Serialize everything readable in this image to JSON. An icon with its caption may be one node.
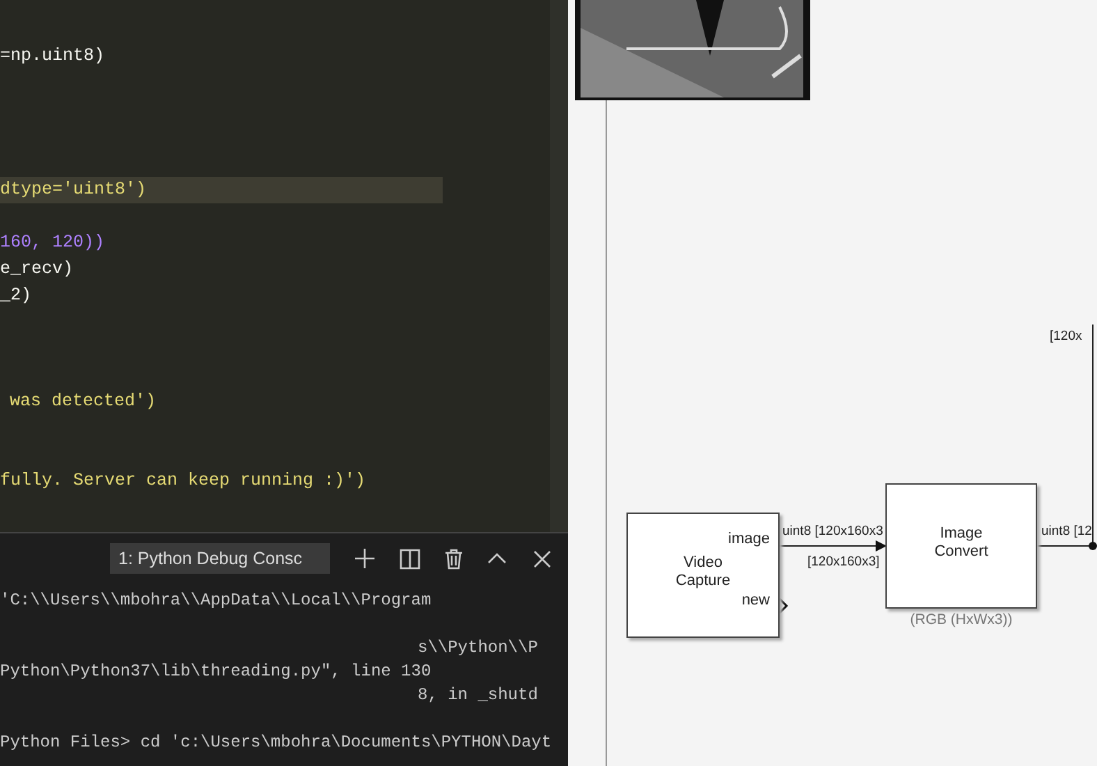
{
  "diagram": {
    "nodes": [
      {
        "text": [
          "image",
          "Video Capture",
          "new"
        ]
      },
      {
        "text": [
          "Image Convert"
        ],
        "beside": [
          "(RGB (HxWx3))"
        ]
      }
    ],
    "edges": [
      {
        "from": 0,
        "to": 1,
        "arrow": "to",
        "label": "uint8 [120x160x3"
      },
      {
        "from": 1,
        "to": null,
        "arrow": "none",
        "label": "uint8 [12"
      }
    ],
    "labels": [
      "=np.uint8)",
      "dtype='uint8')",
      "160, 120))",
      "e_recv)",
      "_2)",
      "was detected')",
      "fully. Server can keep running :)')",
      "1: Python Debug Consc",
      "'C:\\\\Users\\\\mbohra\\\\AppData\\\\Local\\\\Program",
      "s\\\\Python\\\\P",
      "Python\\Python37\\lib\\threading.py\", line 130",
      "8, in _shutd",
      "Python Files> cd 'c:\\Users\\mbohra\\Documents\\PYTHON\\Dayt",
      "[120x160x3]",
      "[120x"
    ]
  }
}
